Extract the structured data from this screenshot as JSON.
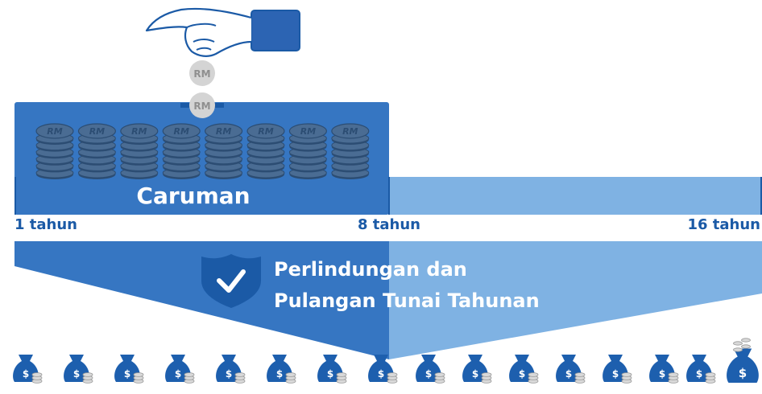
{
  "coin_label": "RM",
  "stack_coin_label": "RM",
  "contribution_label": "Caruman",
  "timeline": {
    "start_label": "1 tahun",
    "mid_label": "8 tahun",
    "end_label": "16 tahun"
  },
  "benefit": {
    "line1": "Perlindungan dan",
    "line2": "Pulangan Tunai Tahunan"
  },
  "money_bag_symbol": "$",
  "colors": {
    "dark_blue": "#3676c2",
    "light_blue": "#7fb2e3",
    "navy": "#1b5aa6",
    "coin_stack": "#3d6088",
    "coin_gray": "#c9c9c9"
  }
}
